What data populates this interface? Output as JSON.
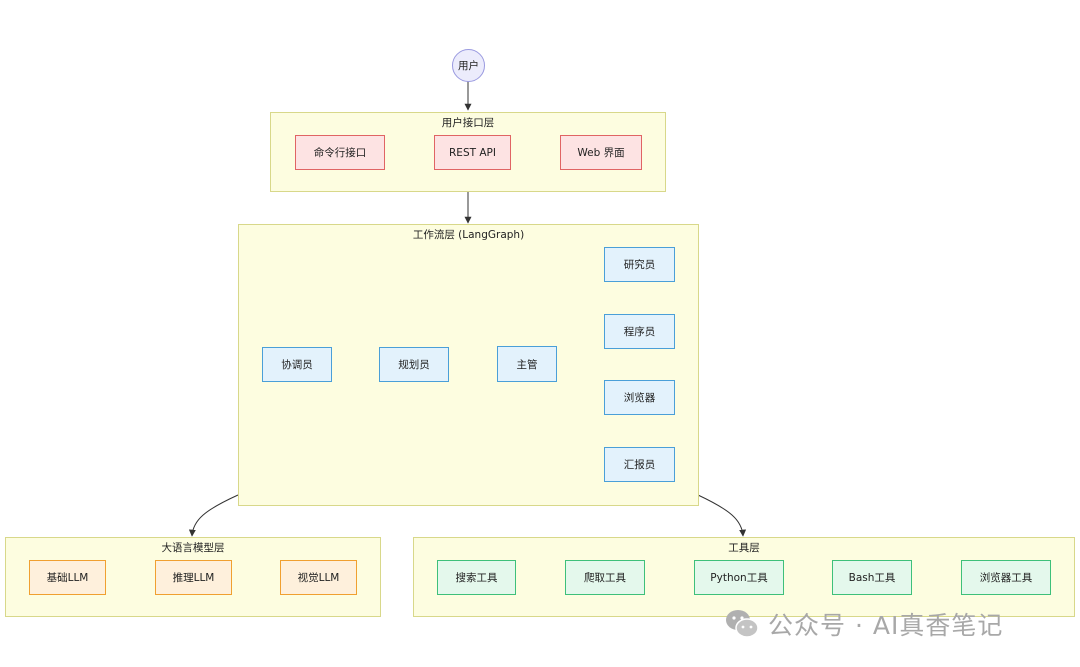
{
  "user": {
    "label": "用户"
  },
  "layers": {
    "ui": {
      "title": "用户接口层",
      "nodes": {
        "cli": "命令行接口",
        "rest": "REST API",
        "web": "Web 界面"
      }
    },
    "workflow": {
      "title": "工作流层 (LangGraph)",
      "nodes": {
        "coordinator": "协调员",
        "planner": "规划员",
        "supervisor": "主管",
        "researcher": "研究员",
        "coder": "程序员",
        "browser": "浏览器",
        "reporter": "汇报员"
      }
    },
    "llm": {
      "title": "大语言模型层",
      "nodes": {
        "basic": "基础LLM",
        "reasoning": "推理LLM",
        "vision": "视觉LLM"
      }
    },
    "tools": {
      "title": "工具层",
      "nodes": {
        "search": "搜索工具",
        "crawl": "爬取工具",
        "python": "Python工具",
        "bash": "Bash工具",
        "browser": "浏览器工具"
      }
    }
  },
  "watermark": {
    "text": "公众号 · AI真香笔记"
  },
  "colors": {
    "layer_fill": "#fdfde0",
    "ui_node": "#e06464",
    "workflow_node": "#4a9fd8",
    "llm_node": "#f0a030",
    "tool_node": "#3ec07a",
    "user_node": "#9a9ae0",
    "edge": "#333333"
  }
}
